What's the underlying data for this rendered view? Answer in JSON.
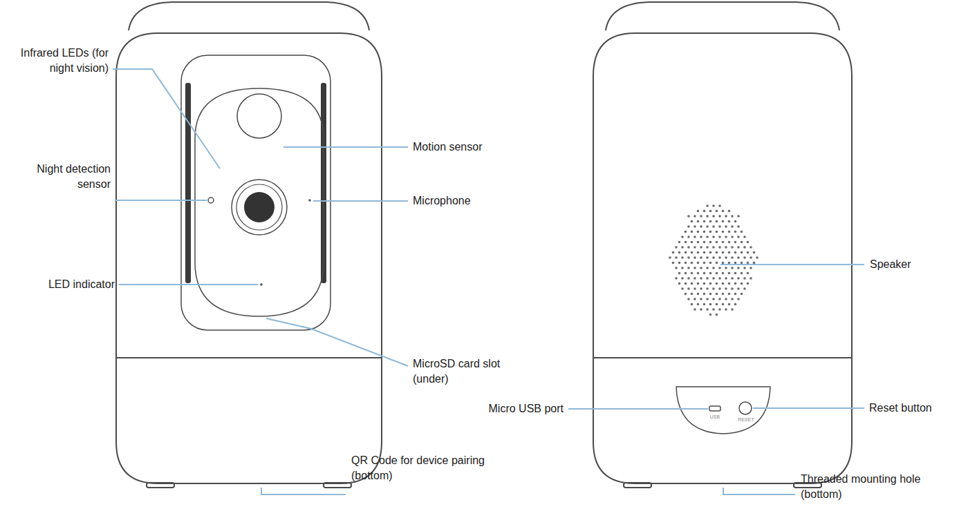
{
  "diagram": {
    "labels": [
      "Infrared LEDs (for night vision)",
      "Night detection sensor",
      "LED indicator",
      "Motion sensor",
      "Microphone",
      "MicroSD card slot (under)",
      "QR Code for device pairing (bottom)",
      "Speaker",
      "Micro USB port",
      "Reset button",
      "Threaded mounting hole (bottom)",
      "USB",
      "RESET"
    ]
  }
}
